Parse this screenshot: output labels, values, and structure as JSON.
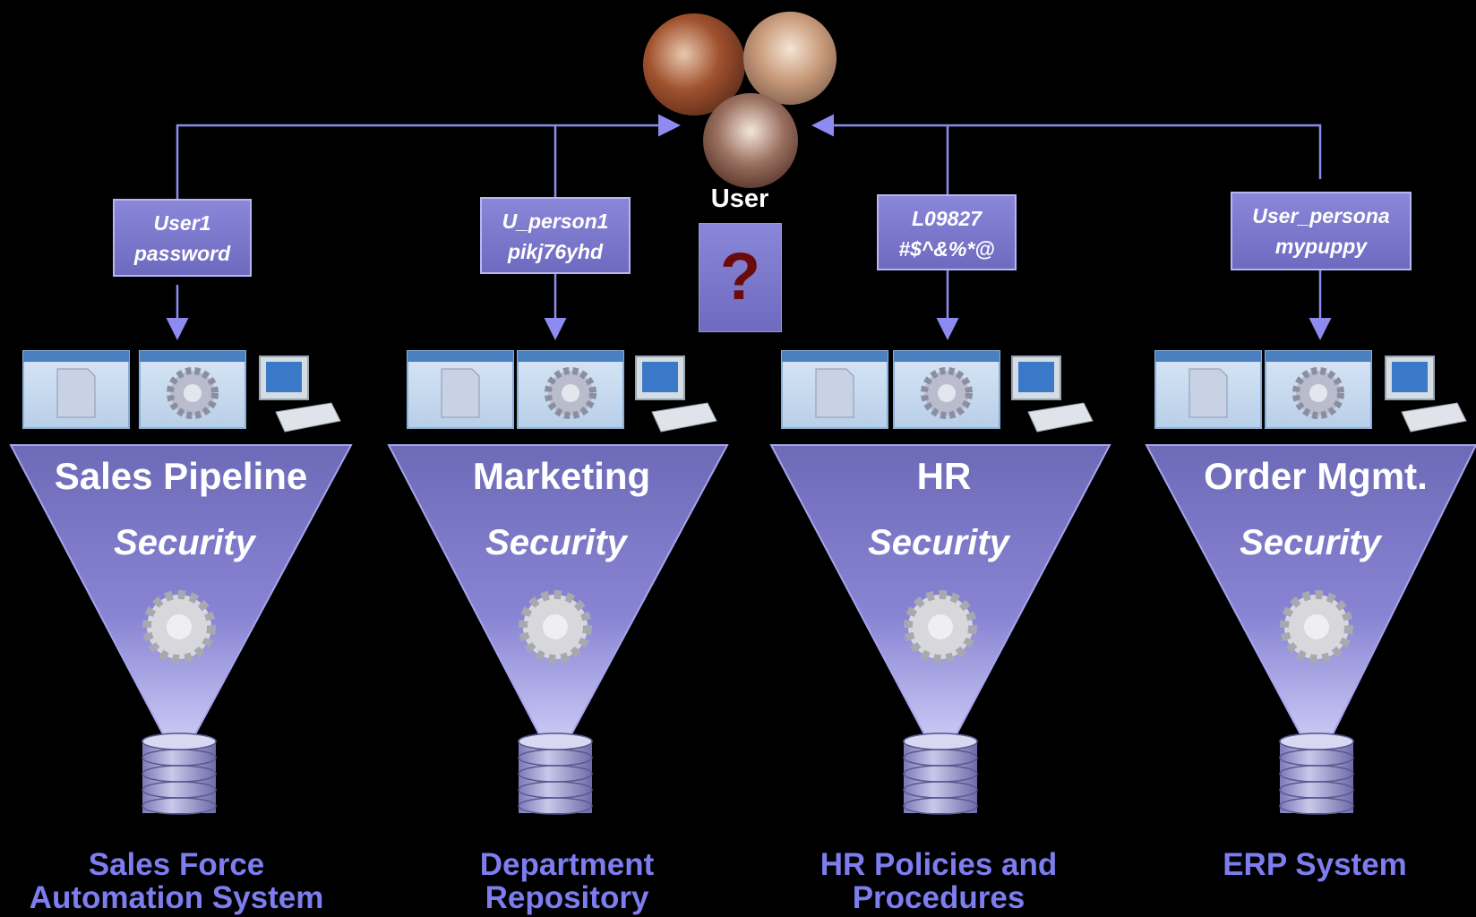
{
  "user": {
    "label": "User",
    "unknown": "?"
  },
  "systems": [
    {
      "title": "Sales Pipeline",
      "security": "Security",
      "cred_user": "User1",
      "cred_pass": "password",
      "system_line1": "Sales Force",
      "system_line2": "Automation System",
      "icon": "gear-check-icon"
    },
    {
      "title": "Marketing",
      "security": "Security",
      "cred_user": "U_person1",
      "cred_pass": "pikj76yhd",
      "system_line1": "Department",
      "system_line2": "Repository",
      "icon": "cycle-arrows-icon"
    },
    {
      "title": "HR",
      "security": "Security",
      "cred_user": "L09827",
      "cred_pass": "#$^&%*@",
      "system_line1": "HR Policies and",
      "system_line2": "Procedures",
      "icon": "pawn-icon"
    },
    {
      "title": "Order Mgmt.",
      "security": "Security",
      "cred_user": "User_persona",
      "cred_pass": "mypuppy",
      "system_line1": "ERP System",
      "system_line2": "",
      "icon": "document-check-icon"
    }
  ],
  "colors": {
    "background": "#000000",
    "funnel": "#7f7cc9",
    "arrow": "#8d8bf0",
    "system_label": "#7d7df0",
    "question": "#6a0a0a"
  }
}
